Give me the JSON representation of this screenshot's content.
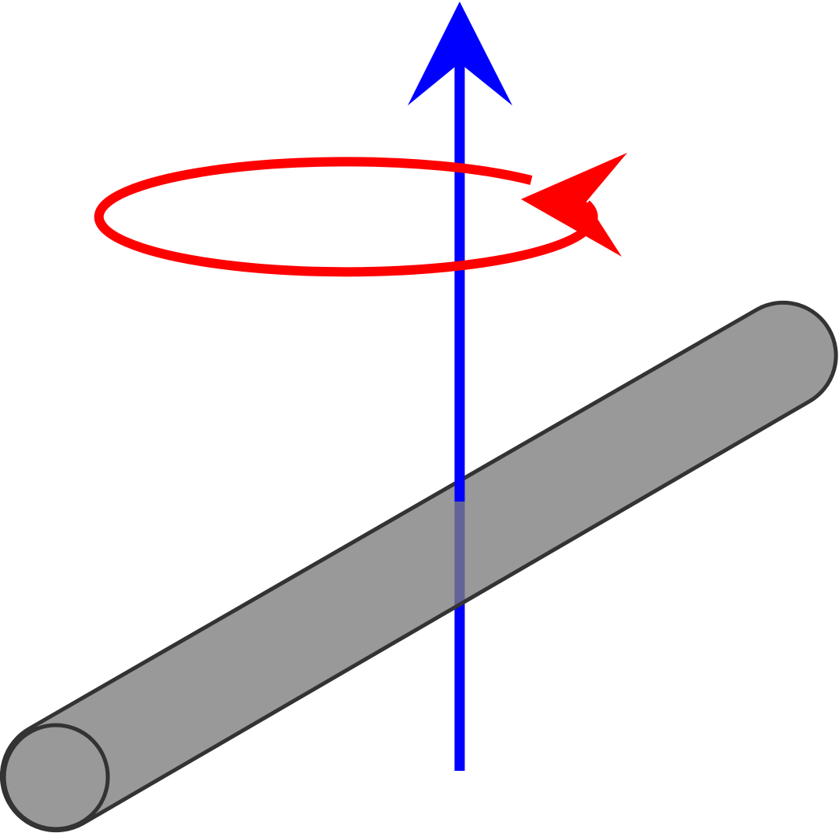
{
  "diagram": {
    "colors": {
      "axis": "#0000ff",
      "rotation": "#ff0000",
      "rod_fill": "#7d7d7d",
      "rod_stroke": "#333333"
    },
    "elements": [
      "axis-arrow",
      "rotation-arrow",
      "cylinder-rod"
    ]
  }
}
